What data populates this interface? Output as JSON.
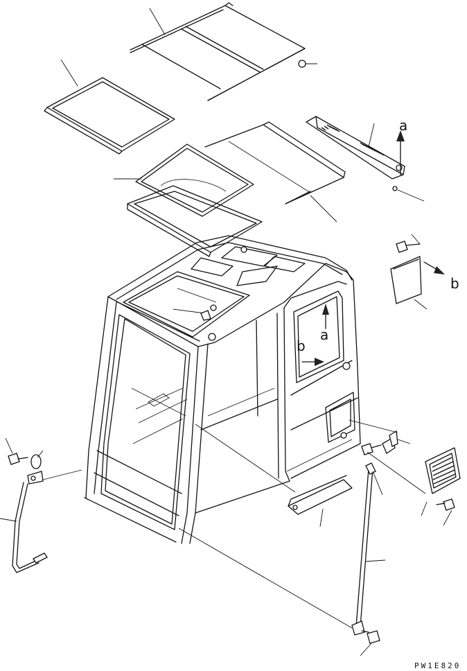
{
  "diagram": {
    "view_labels": {
      "a_upper": "a",
      "a_lower": "a",
      "b_right": "b",
      "b_lower": "b"
    },
    "drawing_code": "PW1E820"
  }
}
